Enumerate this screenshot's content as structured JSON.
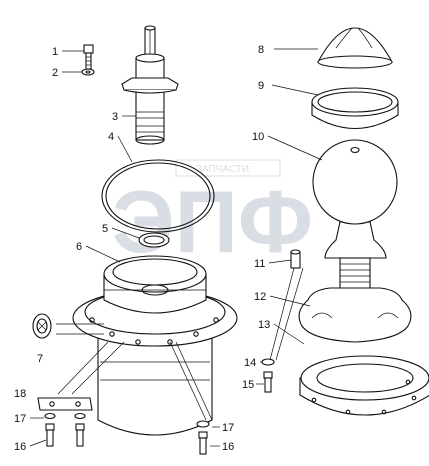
{
  "watermark": {
    "letters": "ЭПФ",
    "banner": "ЗАПЧАСТИ"
  },
  "callouts": [
    {
      "id": "c1",
      "label": "1"
    },
    {
      "id": "c2",
      "label": "2"
    },
    {
      "id": "c3",
      "label": "3"
    },
    {
      "id": "c4",
      "label": "4"
    },
    {
      "id": "c5",
      "label": "5"
    },
    {
      "id": "c6",
      "label": "6"
    },
    {
      "id": "c7",
      "label": "7"
    },
    {
      "id": "c8",
      "label": "8"
    },
    {
      "id": "c9",
      "label": "9"
    },
    {
      "id": "c10",
      "label": "10"
    },
    {
      "id": "c11",
      "label": "11"
    },
    {
      "id": "c12",
      "label": "12"
    },
    {
      "id": "c13",
      "label": "13"
    },
    {
      "id": "c14",
      "label": "14"
    },
    {
      "id": "c15",
      "label": "15"
    },
    {
      "id": "c16a",
      "label": "16"
    },
    {
      "id": "c16b",
      "label": "16"
    },
    {
      "id": "c17a",
      "label": "17"
    },
    {
      "id": "c17b",
      "label": "17"
    },
    {
      "id": "c18",
      "label": "18"
    }
  ]
}
